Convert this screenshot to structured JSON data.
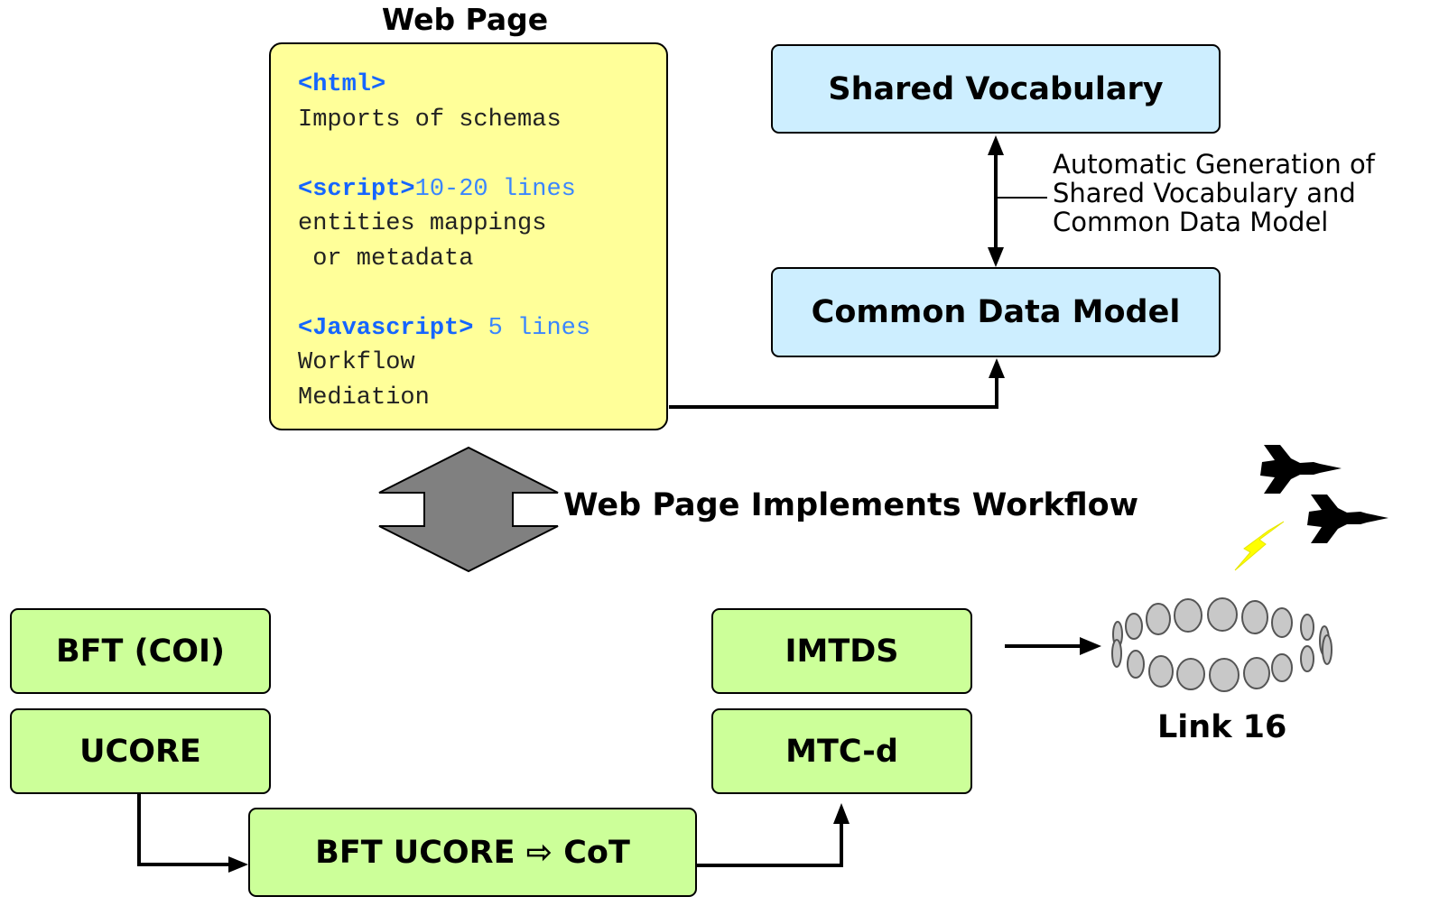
{
  "web_page": {
    "title": "Web Page",
    "html_tag": "<html>",
    "html_desc": "Imports of schemas",
    "script_tag": "<script>",
    "script_note": "10-20 lines",
    "script_desc_1": "entities mappings",
    "script_desc_2": " or metadata",
    "js_tag": "<Javascript>",
    "js_note": " 5 lines",
    "js_desc_1": "Workflow",
    "js_desc_2": "Mediation"
  },
  "shared_vocabulary": "Shared Vocabulary",
  "common_data_model": "Common Data Model",
  "auto_generation": {
    "line1": "Automatic Generation of",
    "line2": "Shared Vocabulary and",
    "line3": "Common Data Model"
  },
  "workflow_label": "Web Page Implements Workflow",
  "left_stack": {
    "top": "BFT (COI)",
    "bottom": "UCORE"
  },
  "converter": "BFT UCORE ⇨ CoT",
  "right_stack": {
    "top": "IMTDS",
    "bottom": "MTC-d"
  },
  "link16_label": "Link 16",
  "colors": {
    "web_page_fill": "#ffff99",
    "model_fill": "#cdeeff",
    "system_fill": "#ccff99",
    "tag_blue": "#1565ff",
    "arrow_gray": "#808080",
    "bolt_yellow": "#ffff00"
  }
}
